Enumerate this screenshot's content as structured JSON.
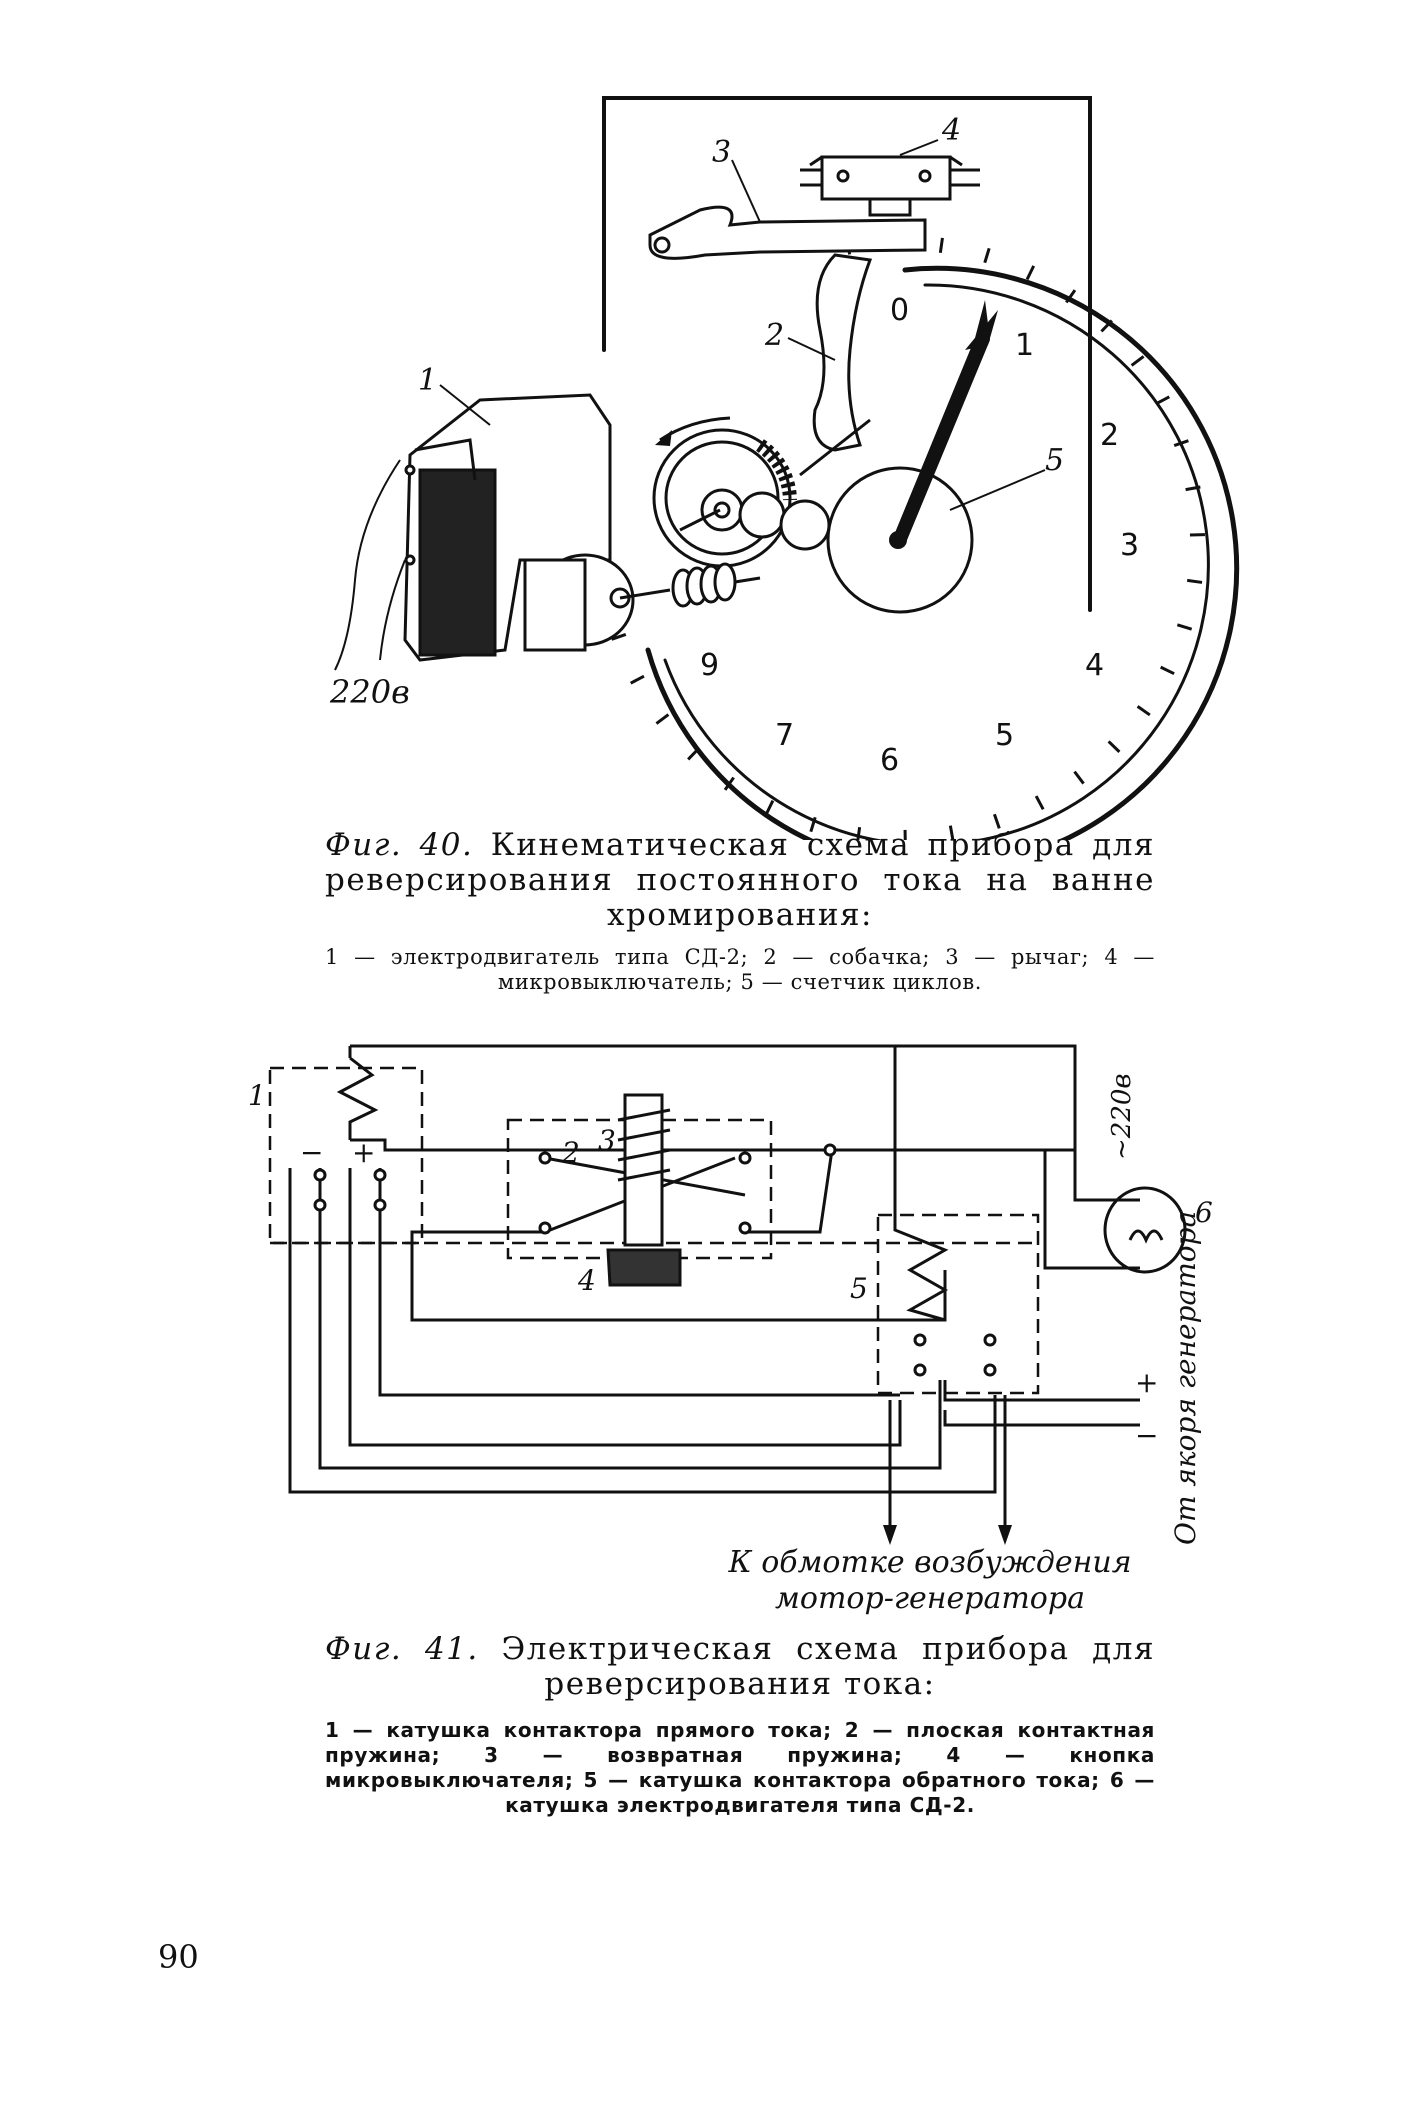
{
  "figure40": {
    "labels": {
      "part1": "1",
      "part2": "2",
      "part3": "3",
      "part4": "4",
      "part5": "5",
      "voltage": "220в"
    },
    "dial_numbers": [
      "0",
      "1",
      "2",
      "3",
      "4",
      "5",
      "6",
      "7",
      "9"
    ],
    "caption": {
      "fig_label": "Фиг. 40.",
      "title": "Кинематическая схема прибора для реверсирования постоянного тока на ванне хромирования:",
      "legend": "1 — электродвигатель типа СД-2; 2 — собачка; 3 — рычаг; 4 — микровыключатель; 5 — счетчик циклов."
    }
  },
  "figure41": {
    "labels": {
      "part1": "1",
      "part2": "2",
      "part3": "3",
      "part4": "4",
      "part5": "5",
      "part6": "6",
      "supply": "~220в",
      "minus_left": "−",
      "plus_left": "+",
      "plus_right": "+",
      "minus_right": "−",
      "armature": "От якоря генератора",
      "excitation": "К обмотке возбуждения мотор-генератора"
    },
    "caption": {
      "fig_label": "Фиг. 41.",
      "title": "Электрическая схема прибора для реверсирования тока:",
      "legend": "1 — катушка контактора прямого тока; 2 — плоская контактная пружина; 3 — возвратная пружина; 4 — кнопка микровыключателя; 5 — катушка контактора обратного тока; 6 — катушка электродвигателя типа СД-2."
    }
  },
  "page_number": "90"
}
